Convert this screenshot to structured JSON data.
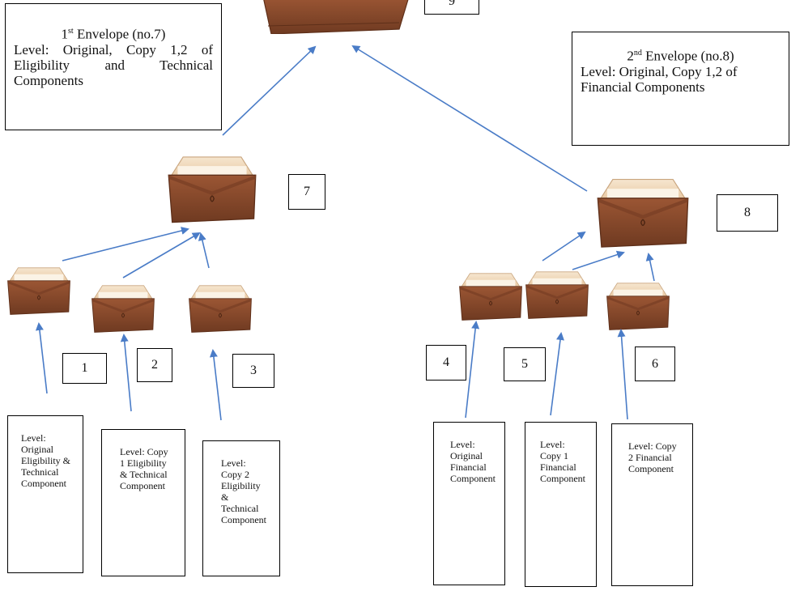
{
  "summary_boxes": {
    "first": {
      "ordinal": "1",
      "ordinal_suffix": "st",
      "title_rest": " Envelope (no.7)",
      "body": "Level: Original, Copy 1,2 of Eligibility and Technical Components"
    },
    "second": {
      "ordinal": "2",
      "ordinal_suffix": "nd",
      "title_rest": " Envelope (no.8)",
      "body": "Level: Original, Copy 1,2 of Financial Components"
    }
  },
  "numbers": {
    "n1": "1",
    "n2": "2",
    "n3": "3",
    "n4": "4",
    "n5": "5",
    "n6": "6",
    "n7": "7",
    "n8": "8",
    "n9": "9"
  },
  "level_boxes": {
    "b1": "Level: Original Eligibility & Technical Component",
    "b2": "Level: Copy 1 Eligibility & Technical Component",
    "b3": "Level: Copy 2 Eligibility & Technical Component",
    "b4": "Level: Original Financial Component",
    "b5": "Level: Copy 1 Financial Component",
    "b6": "Level: Copy 2 Financial Component"
  },
  "colors": {
    "arrow": "#4a7cc7",
    "envelope_body": "#8a4a2c",
    "envelope_flap": "#f1dcc0",
    "envelope_edge": "#5e2f19"
  },
  "icons": [
    "envelope-icon",
    "arrow-up-icon"
  ]
}
